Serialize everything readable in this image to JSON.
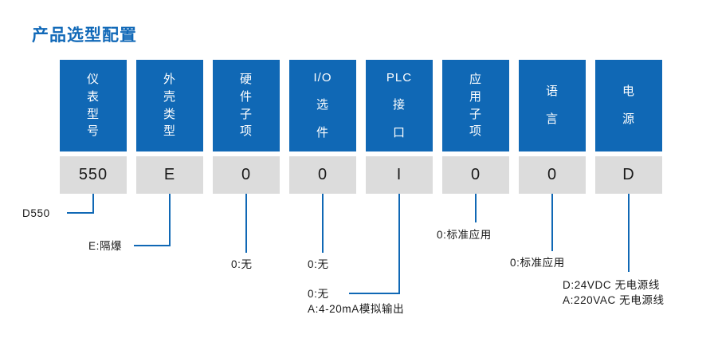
{
  "page": {
    "title": "产品选型配置",
    "accent_color": "#1068b5",
    "header_bg": "#1068b5",
    "code_bg": "#dcdcdc",
    "text_color": "#1a1a1a"
  },
  "columns": [
    {
      "id": "meter-model",
      "header": "仪表型号",
      "header_lines": [
        "仪",
        "表",
        "型",
        "号"
      ],
      "code": "550"
    },
    {
      "id": "enclosure-type",
      "header": "外壳类型",
      "header_lines": [
        "外",
        "壳",
        "类",
        "型"
      ],
      "code": "E"
    },
    {
      "id": "hardware-sub",
      "header": "硬件子项",
      "header_lines": [
        "硬",
        "件",
        "子",
        "项"
      ],
      "code": "0"
    },
    {
      "id": "io-option",
      "header": "I/O选件",
      "header_lines": [
        "I/O",
        "选",
        "件"
      ],
      "code": "0"
    },
    {
      "id": "plc-interface",
      "header": "PLC接口",
      "header_lines": [
        "PLC",
        "接",
        "口"
      ],
      "code": "I"
    },
    {
      "id": "application-sub",
      "header": "应用子项",
      "header_lines": [
        "应",
        "用",
        "子",
        "项"
      ],
      "code": "0"
    },
    {
      "id": "language",
      "header": "语言",
      "header_lines": [
        "语",
        "言"
      ],
      "code": "0"
    },
    {
      "id": "power-supply",
      "header": "电源",
      "header_lines": [
        "电",
        "源"
      ],
      "code": "D"
    }
  ],
  "annotations": [
    {
      "id": "meter-model-note",
      "lines": [
        "D550"
      ]
    },
    {
      "id": "enclosure-type-note",
      "lines": [
        "E:隔爆"
      ]
    },
    {
      "id": "hardware-sub-note",
      "lines": [
        "0:无"
      ]
    },
    {
      "id": "io-option-note",
      "lines": [
        "0:无"
      ]
    },
    {
      "id": "plc-interface-note",
      "lines": [
        "0:无",
        "A:4-20mA模拟输出"
      ]
    },
    {
      "id": "application-sub-note",
      "lines": [
        "0:标准应用"
      ]
    },
    {
      "id": "language-note",
      "lines": [
        "0:标准应用"
      ]
    },
    {
      "id": "power-supply-note",
      "lines": [
        "D:24VDC 无电源线",
        "A:220VAC 无电源线"
      ]
    }
  ]
}
